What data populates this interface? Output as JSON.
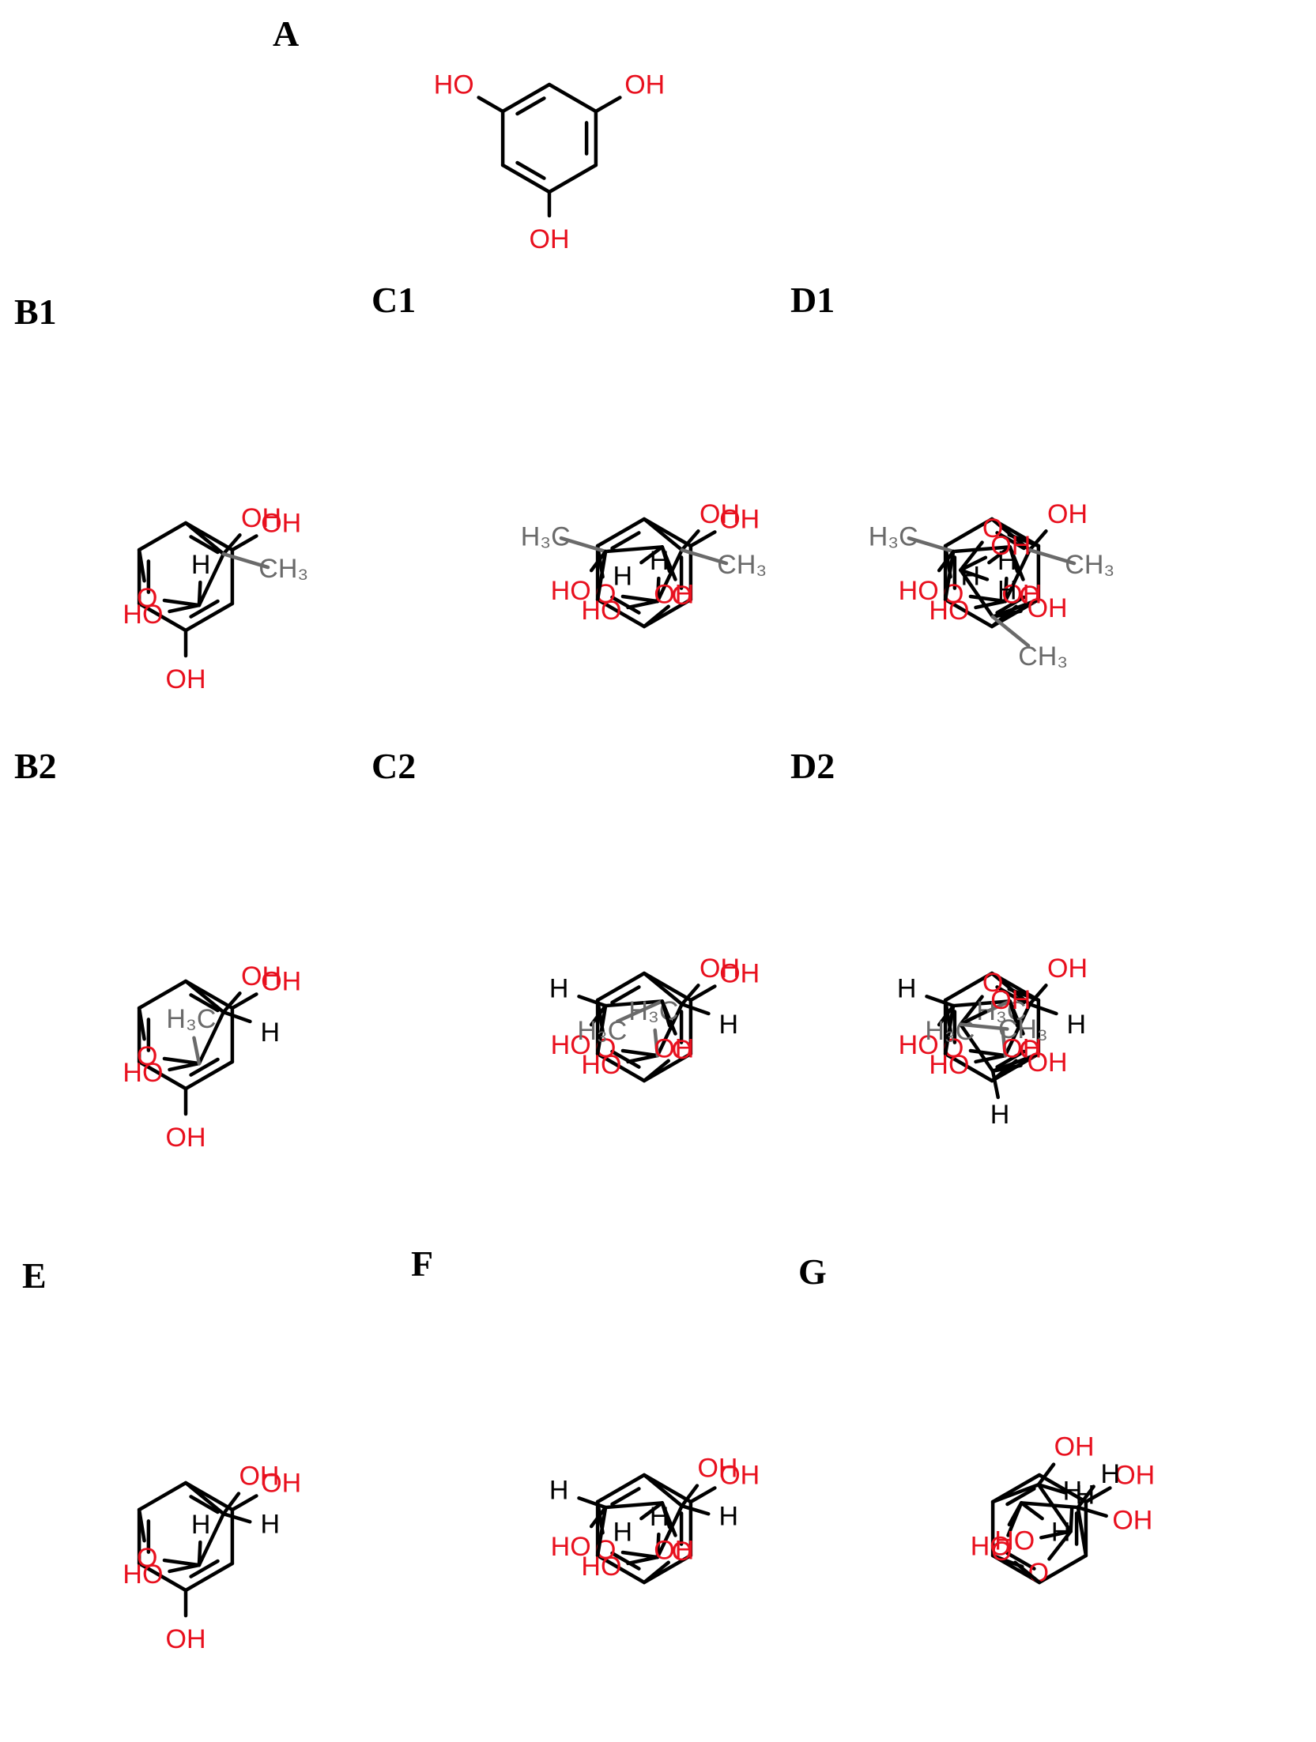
{
  "colors": {
    "bond": "#000000",
    "heteroatom": "#e8101e",
    "methyl": "#6a6a6a",
    "hydrogen": "#000000"
  },
  "atom_labels": {
    "oh": "OH",
    "ho": "HO",
    "o": "O",
    "h": "H",
    "ch3": "CH₃",
    "h3c": "H₃C"
  },
  "molecules": [
    {
      "id": "A",
      "label": "A"
    },
    {
      "id": "B1",
      "label": "B1"
    },
    {
      "id": "C1",
      "label": "C1"
    },
    {
      "id": "D1",
      "label": "D1"
    },
    {
      "id": "B2",
      "label": "B2"
    },
    {
      "id": "C2",
      "label": "C2"
    },
    {
      "id": "D2",
      "label": "D2"
    },
    {
      "id": "E",
      "label": "E"
    },
    {
      "id": "F",
      "label": "F"
    },
    {
      "id": "G",
      "label": "G"
    }
  ]
}
